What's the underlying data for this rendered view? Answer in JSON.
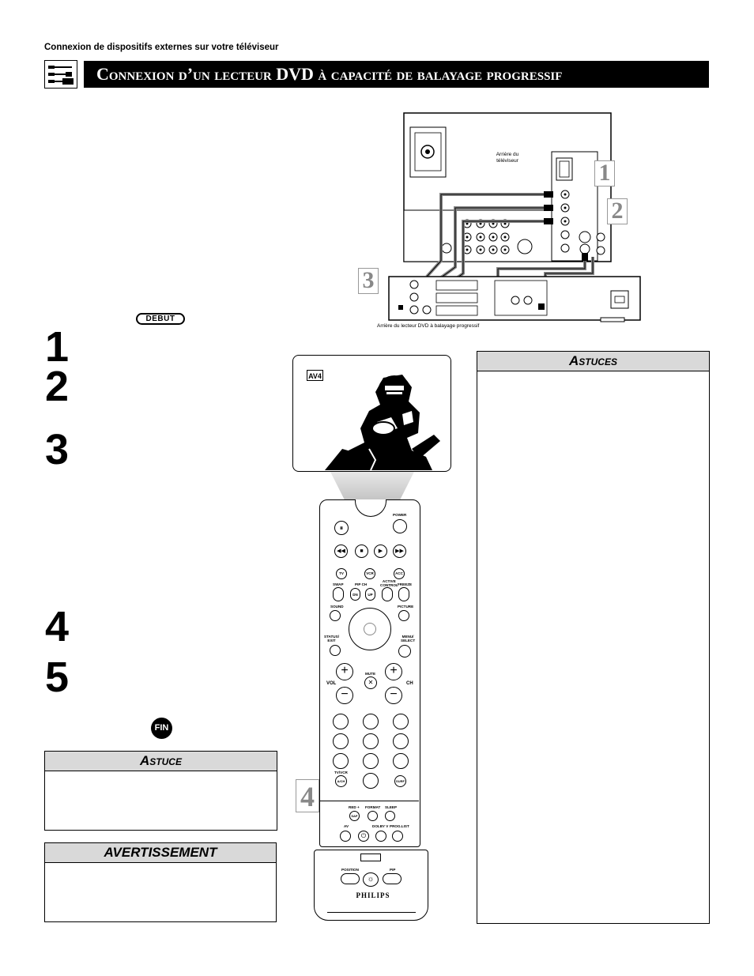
{
  "section_label": "Connexion de dispositifs externes sur votre téléviseur",
  "header": {
    "title": "Connexion d’un lecteur DVD à capacité de balayage progressif"
  },
  "badges": {
    "debut": "DEBUT",
    "fin": "FIN"
  },
  "steps": [
    "1",
    "2",
    "3",
    "4",
    "5"
  ],
  "diagram": {
    "tv_label_line1": "Arrière du",
    "tv_label_line2": "téléviseur",
    "caption": "Arrière du lecteur DVD à balayage progressif",
    "callouts": [
      "1",
      "2",
      "3",
      "4"
    ]
  },
  "screen": {
    "input_label": "AV4"
  },
  "remote": {
    "brand": "PHILIPS",
    "buttons": {
      "power": "POWER",
      "tv": "TV",
      "vcr": "VCR",
      "acc": "ACC",
      "swap": "SWAP",
      "pip_ch": "PIP CH",
      "dn": "DN",
      "up": "UP",
      "active_control_1": "ACTIVE",
      "active_control_2": "CONTROL",
      "freeze": "FREEZE",
      "sound": "SOUND",
      "picture": "PICTURE",
      "status_exit_1": "STATUS/",
      "status_exit_2": "EXIT",
      "menu_select_1": "MENU/",
      "menu_select_2": "SELECT",
      "mute": "MUTE",
      "vol": "VOL",
      "ch": "CH",
      "tv_vcr": "TV/VCR",
      "alch": "A/CH",
      "surf": "SURF",
      "red_plus": "RED +",
      "sap": "SAP",
      "format": "FORMAT",
      "sleep": "SLEEP",
      "av": "AV",
      "dolby_v": "DOLBY V",
      "prog_list": "PROG.LIST",
      "position": "POSITION",
      "pip": "PIP"
    }
  },
  "tips_box": {
    "title": "Astuces"
  },
  "tip_box": {
    "title": "Astuce"
  },
  "warning_box": {
    "title": "AVERTISSEMENT"
  }
}
